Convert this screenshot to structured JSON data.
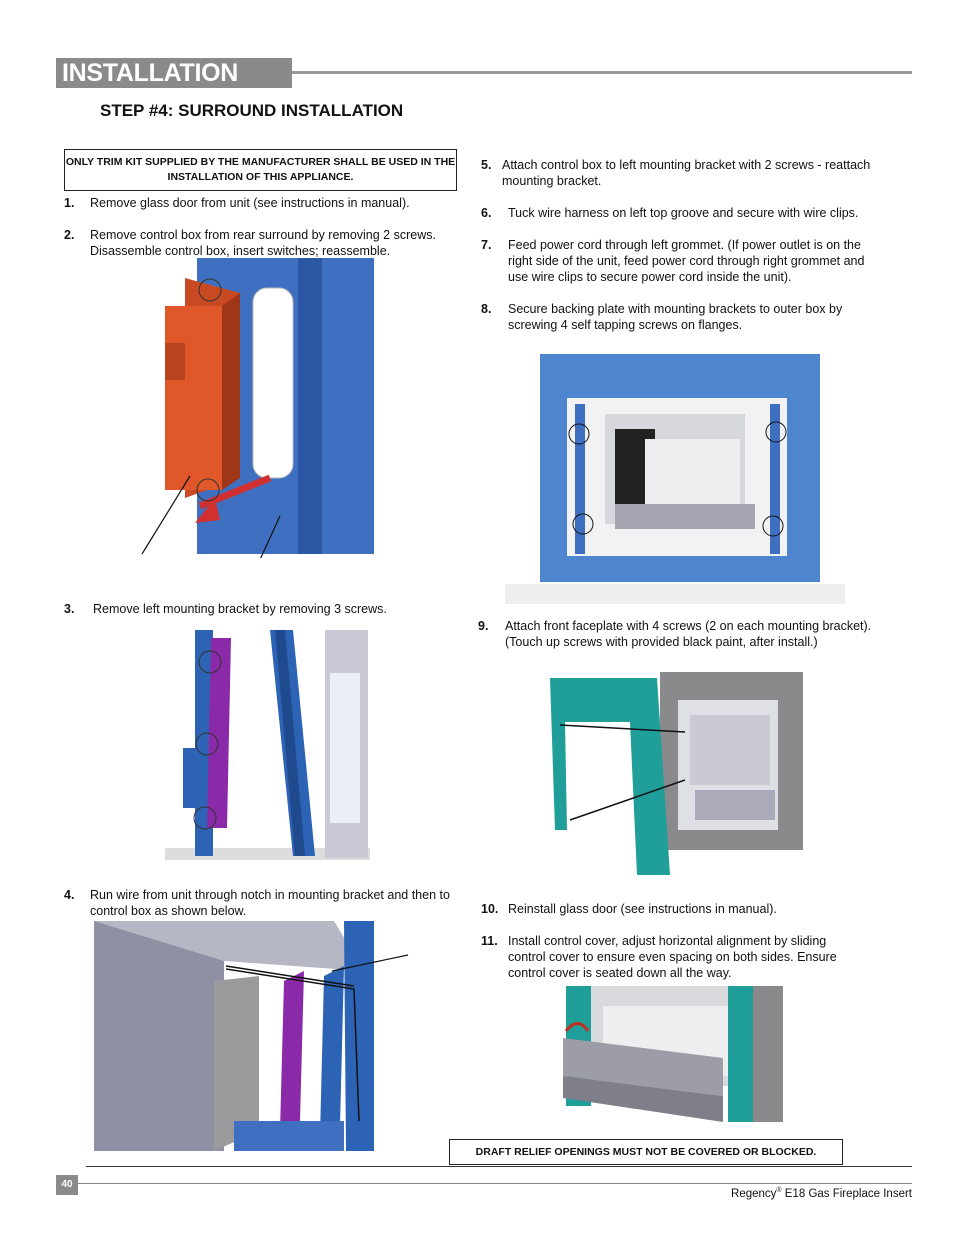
{
  "header": {
    "title": "INSTALLATION"
  },
  "step_title": "STEP #4: SURROUND INSTALLATION",
  "warning": "ONLY TRIM KIT SUPPLIED BY THE MANUFACTURER SHALL BE USED IN THE INSTALLATION OF THIS APPLIANCE.",
  "steps": [
    {
      "num": "1.",
      "text": "Remove glass door from unit (see instructions in manual)."
    },
    {
      "num": "2.",
      "text": "Remove control box from rear surround by removing 2 screws. Disassemble control box, insert switches; reassemble."
    },
    {
      "num": "3.",
      "text": "Remove left mounting bracket by removing 3 screws."
    },
    {
      "num": "4.",
      "text": "Run wire from unit through notch in mounting bracket and then to control box as shown below."
    },
    {
      "num": "5.",
      "text": "Attach control box to left mounting bracket with 2 screws - reattach mounting bracket."
    },
    {
      "num": "6.",
      "text": "Tuck wire harness on left top groove and secure with wire clips."
    },
    {
      "num": "7.",
      "text": "Feed power cord through left grommet. (If power outlet is on the right side of the unit, feed power cord through right grommet and use wire clips to secure power cord inside the unit)."
    },
    {
      "num": "8.",
      "text": "Secure backing plate with mounting brackets to outer box by screwing 4 self tapping screws on flanges."
    },
    {
      "num": "9.",
      "text": "Attach front faceplate with 4 screws (2 on each mounting bracket). (Touch up screws with provided black paint, after install.)"
    },
    {
      "num": "10.",
      "text": "Reinstall glass door (see instructions in manual)."
    },
    {
      "num": "11.",
      "text": "Install control cover, adjust horizontal alignment by sliding control cover to ensure even spacing on both sides.  Ensure control cover is seated down all the way."
    }
  ],
  "note": "DRAFT RELIEF OPENINGS MUST NOT BE COVERED OR BLOCKED.",
  "footer": {
    "page": "40",
    "brand": "Regency",
    "reg": "®",
    "product": " E18 Gas Fireplace Insert"
  },
  "colors": {
    "header_grey": "#8a8a8a",
    "surround_blue": "#3f6fc0",
    "control_box_orange": "#e0572a",
    "bracket_purple": "#8a2aa8",
    "faceplate_teal": "#1f9e9a"
  }
}
